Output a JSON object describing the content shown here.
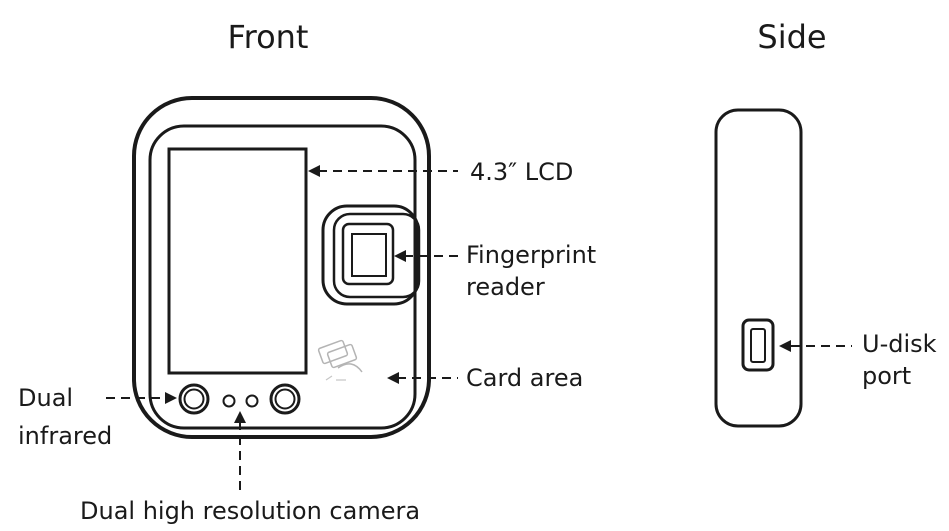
{
  "titles": {
    "front": "Front",
    "side": "Side"
  },
  "callouts": {
    "lcd": "4.3″ LCD",
    "fingerprint_line1": "Fingerprint",
    "fingerprint_line2": "reader",
    "card_area": "Card area",
    "dual_infrared_line1": "Dual",
    "dual_infrared_line2": "infrared",
    "camera": "Dual high resolution camera",
    "udisk_line1": "U-disk",
    "udisk_line2": "port"
  },
  "icons": {
    "card_reader": "rfid-card-icon"
  }
}
